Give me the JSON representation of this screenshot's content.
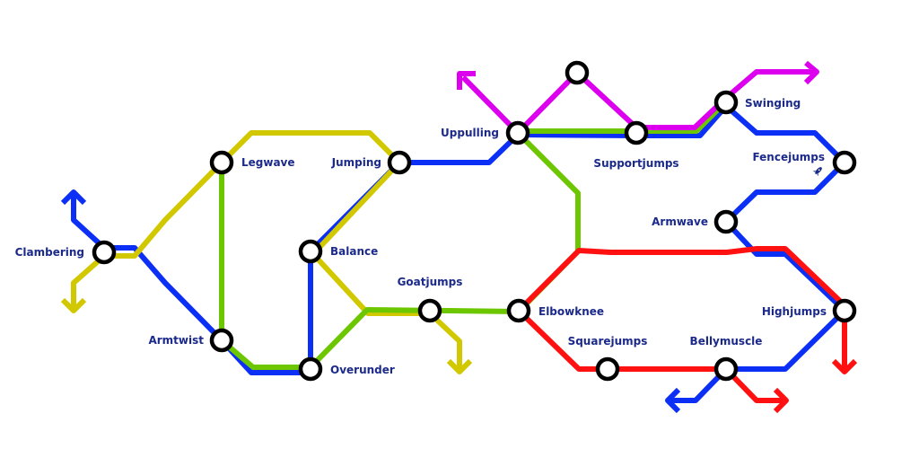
{
  "colors": {
    "blue": "#0b2ff5",
    "yellow": "#d2c800",
    "green": "#6cc600",
    "magenta": "#dc00ee",
    "red": "#ff1111",
    "label": "#1b2a8a"
  },
  "stations": {
    "clambering": "Clambering",
    "legwave": "Legwave",
    "armtwist": "Armtwist",
    "jumping": "Jumping",
    "balance": "Balance",
    "overunder": "Overunder",
    "goatjumps": "Goatjumps",
    "elbowknee": "Elbowknee",
    "uppulling": "Uppulling",
    "supportjumps": "Supportjumps",
    "swinging": "Swinging",
    "fencejumps": "Fencejumps",
    "armwave": "Armwave",
    "highjumps": "Highjumps",
    "squarejumps": "Squarejumps",
    "bellymuscle": "Bellymuscle"
  },
  "icons": {
    "fencejumps_badge": "rocket-icon"
  }
}
